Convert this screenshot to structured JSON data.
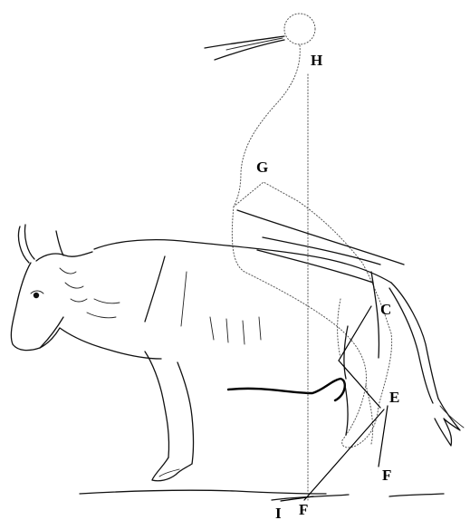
{
  "diagram": {
    "labels": {
      "H": "H",
      "G": "G",
      "C": "C",
      "E": "E",
      "F_upper": "F",
      "F_lower": "F",
      "I": "I"
    },
    "colors": {
      "ink": "#111111",
      "dotted_outline": "#555555",
      "background": "#ffffff"
    }
  }
}
